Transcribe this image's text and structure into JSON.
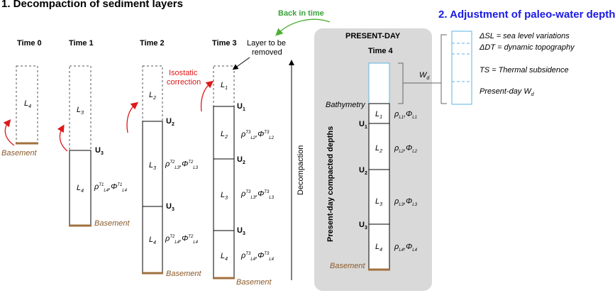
{
  "titles": {
    "part1": "1. Decompaction of sediment layers",
    "part2": "2. Adjustment of paleo-water depth"
  },
  "times": {
    "t0": "Time 0",
    "t1": "Time 1",
    "t2": "Time 2",
    "t3": "Time 3",
    "t4": "Time 4"
  },
  "annotations": {
    "back_in_time": "Back in time",
    "present_day": "PRESENT-DAY",
    "layer_removed_1": "Layer to be",
    "layer_removed_2": "removed",
    "isostatic_1": "Isostatic",
    "isostatic_2": "correction",
    "decompaction": "Decompaction",
    "bathymetry": "Bathymetry",
    "present_day_depths": "Present-day compacted depths",
    "wd": "W",
    "wd_sub": "d",
    "basement": "Basement"
  },
  "layers": {
    "L1": "L",
    "s1": "1",
    "L2": "L",
    "s2": "2",
    "L3": "L",
    "s3": "3",
    "L4": "L",
    "s4": "4"
  },
  "unconformities": {
    "U1": "U",
    "n1": "1",
    "U2": "U",
    "n2": "2",
    "U3": "U",
    "n3": "3"
  },
  "legend": {
    "sl": "ΔSL = sea level variations",
    "dt": "ΔDT = dynamic topography",
    "ts": "TS = Thermal subsidence",
    "wd": "Present-day W"
  },
  "colors": {
    "basement": "#a0703f",
    "red_arrow": "#e01818",
    "green_arrow": "#4caf34",
    "blue_box": "#5ab4e6",
    "panel": "#d9d9d9"
  }
}
